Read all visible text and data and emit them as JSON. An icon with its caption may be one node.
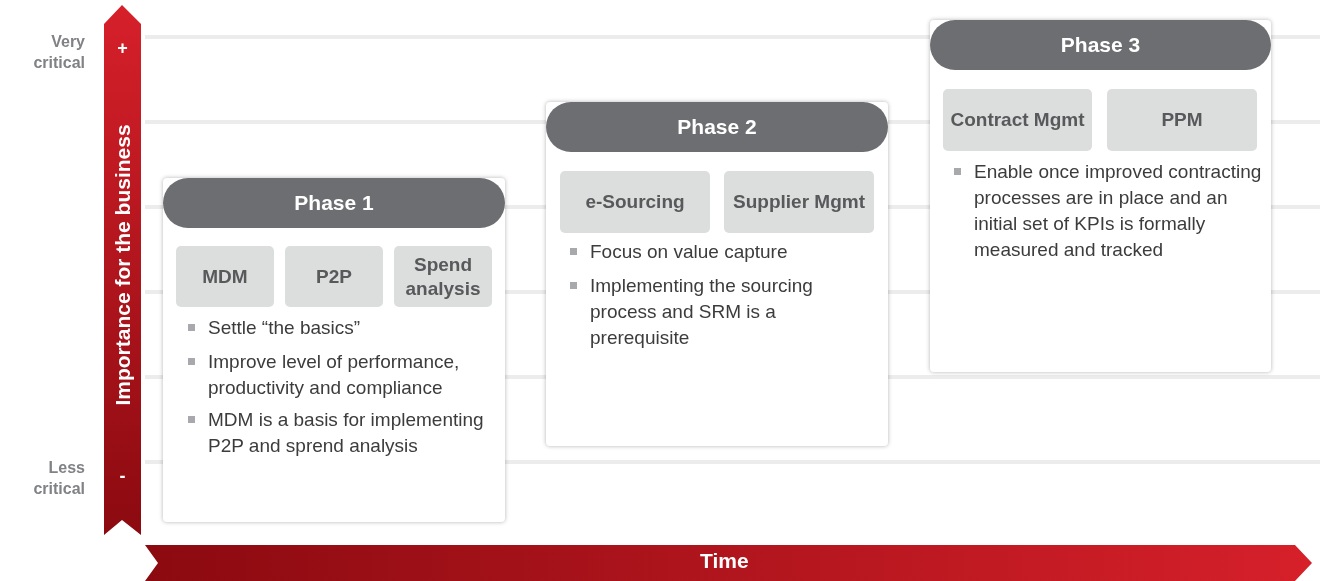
{
  "diagram": {
    "nodes": [
      {
        "text": [
          "Phase 1",
          "Settle “the basics”",
          "Improve level of performance, productivity and compliance",
          "MDM is a basis for implementing P2P and sprend analysis"
        ]
      },
      {
        "text": [
          "MDM"
        ],
        "in": 0
      },
      {
        "text": [
          "P2P"
        ],
        "in": 0
      },
      {
        "text": [
          "Spend analysis"
        ],
        "in": 0
      },
      {
        "text": [
          "Phase 2",
          "Focus on value capture",
          "Implementing the sourcing process and SRM is a prerequisite"
        ]
      },
      {
        "text": [
          "e-Sourcing"
        ],
        "in": 4
      },
      {
        "text": [
          "Supplier Mgmt"
        ],
        "in": 4
      },
      {
        "text": [
          "Phase 3",
          "Enable once improved contracting processes are in place and an initial set of KPIs is formally measured and tracked"
        ]
      },
      {
        "text": [
          "Contract Mgmt"
        ],
        "in": 7
      },
      {
        "text": [
          "PPM"
        ],
        "in": 7
      }
    ],
    "labels": [
      "Very critical",
      "+",
      "Importance for the business",
      "-",
      "Less critical",
      "Time"
    ]
  }
}
